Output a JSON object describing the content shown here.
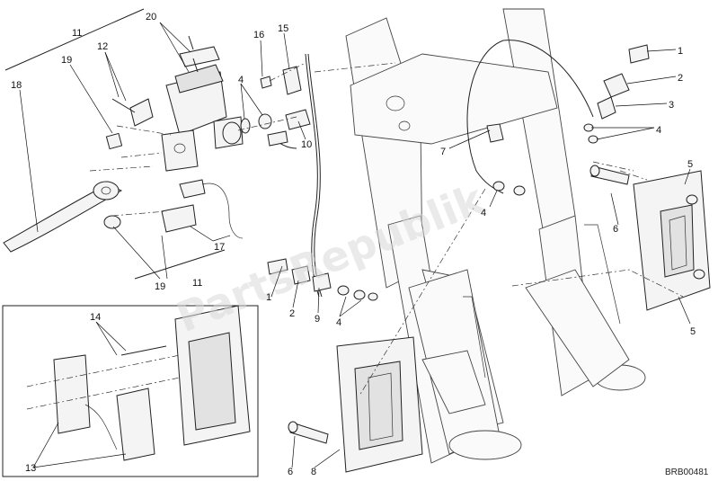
{
  "diagram": {
    "reference_code": "BRB00481",
    "watermark": "PartsRepublik",
    "callouts": {
      "n1": "1",
      "n2": "2",
      "n3": "3",
      "n4": "4",
      "n5": "5",
      "n6": "6",
      "n7": "7",
      "n8": "8",
      "n9": "9",
      "n10": "10",
      "n11": "11",
      "n12": "12",
      "n13": "13",
      "n14": "14",
      "n15": "15",
      "n16": "16",
      "n17": "17",
      "n18": "18",
      "n19": "19",
      "n20": "20"
    }
  }
}
